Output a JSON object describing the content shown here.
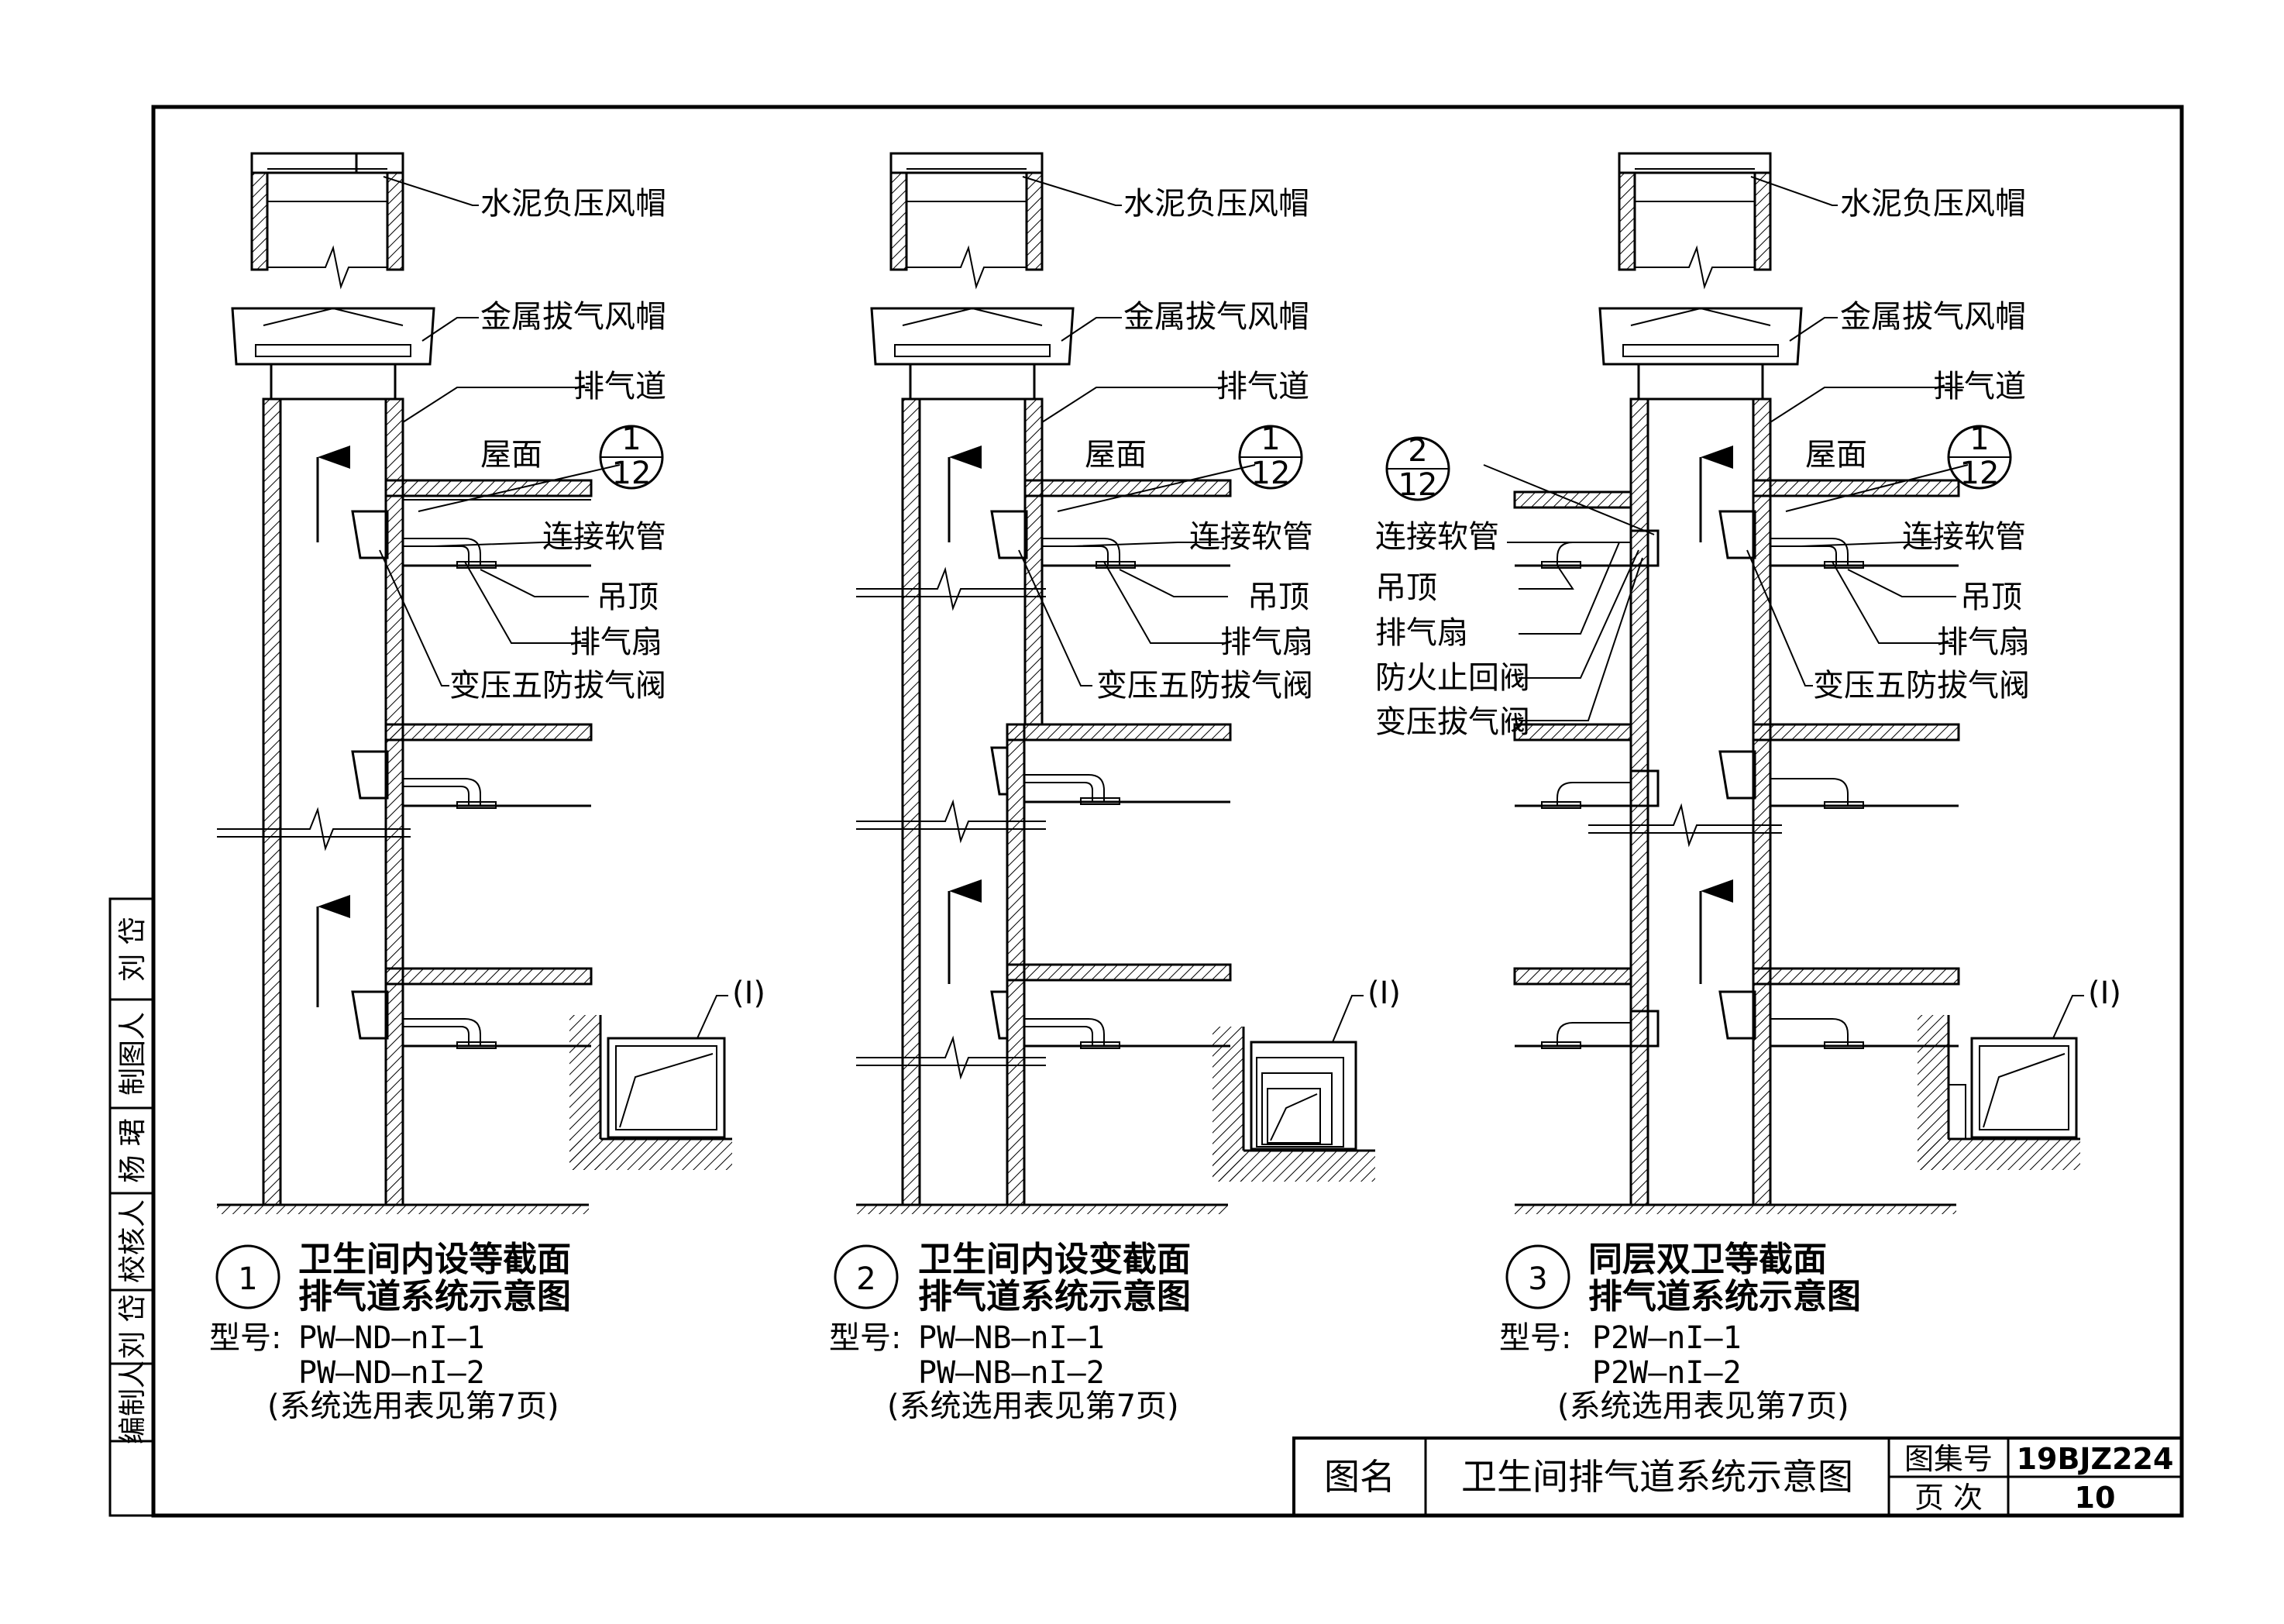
{
  "sheet": {
    "drawing_title_label": "图名",
    "drawing_title": "卫生间排气道系统示意图",
    "atlas_label": "图集号",
    "atlas_no": "19BJZ224",
    "page_label": "页 次",
    "page_no": "10"
  },
  "signatures": [
    {
      "role": "编制人",
      "name": "刘 岱"
    },
    {
      "role": "校核人",
      "name": "杨 珺"
    },
    {
      "role": "制图人",
      "name": "刘 岱"
    }
  ],
  "panels": [
    {
      "num": "1",
      "title1": "卫生间内设等截面",
      "title2": "排气道系统示意图",
      "model_label": "型号:",
      "model1": "PW—ND—nI—1",
      "model2": "PW—ND—nI—2",
      "note": "(系统选用表见第7页)",
      "labels": {
        "cement_cap": "水泥负压风帽",
        "metal_cap": "金属拔气风帽",
        "duct": "排气道",
        "roof": "屋面",
        "hose": "连接软管",
        "ceiling": "吊顶",
        "fan": "排气扇",
        "valve": "变压五防拔气阀",
        "ref_top": "1",
        "ref_bottom": "12",
        "section": "(I)"
      }
    },
    {
      "num": "2",
      "title1": "卫生间内设变截面",
      "title2": "排气道系统示意图",
      "model_label": "型号:",
      "model1": "PW—NB—nI—1",
      "model2": "PW—NB—nI—2",
      "note": "(系统选用表见第7页)",
      "labels": {
        "cement_cap": "水泥负压风帽",
        "metal_cap": "金属拔气风帽",
        "duct": "排气道",
        "roof": "屋面",
        "hose": "连接软管",
        "ceiling": "吊顶",
        "fan": "排气扇",
        "valve": "变压五防拔气阀",
        "ref_top": "1",
        "ref_bottom": "12",
        "section": "(I)"
      }
    },
    {
      "num": "3",
      "title1": "同层双卫等截面",
      "title2": "排气道系统示意图",
      "model_label": "型号:",
      "model1": "P2W—nI—1",
      "model2": "P2W—nI—2",
      "note": "(系统选用表见第7页)",
      "labels": {
        "cement_cap": "水泥负压风帽",
        "metal_cap": "金属拔气风帽",
        "duct": "排气道",
        "roof": "屋面",
        "hose": "连接软管",
        "ceiling": "吊顶",
        "fan": "排气扇",
        "valve": "变压五防拔气阀",
        "ref_top": "1",
        "ref_bottom": "12",
        "section": "(I)",
        "left_ref_top": "2",
        "left_ref_bottom": "12",
        "left_hose": "连接软管",
        "left_ceiling": "吊顶",
        "left_fan": "排气扇",
        "left_fire_valve": "防火止回阀",
        "left_valve": "变压拔气阀"
      }
    }
  ]
}
